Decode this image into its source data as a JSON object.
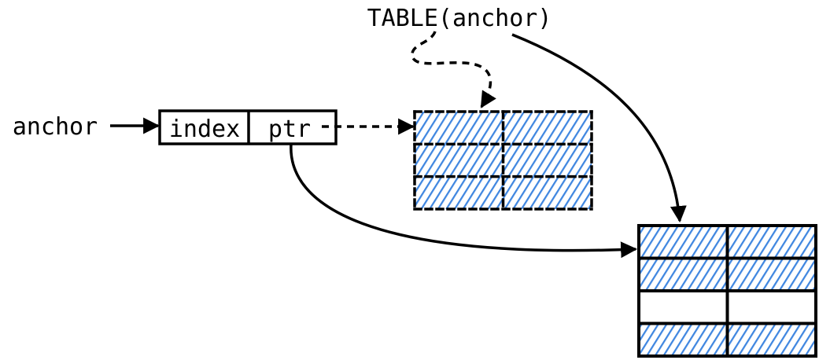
{
  "labels": {
    "anchor": "anchor",
    "table_macro": "TABLE(anchor)",
    "index_cell": "index",
    "ptr_cell": "ptr"
  },
  "colors": {
    "ink": "#000000",
    "hatch": "#3f86e0",
    "background": "#ffffff"
  },
  "small_table": {
    "rows": [
      {
        "cells": [
          "filled",
          "filled"
        ]
      },
      {
        "cells": [
          "filled",
          "filled"
        ]
      },
      {
        "cells": [
          "filled",
          "filled"
        ]
      }
    ]
  },
  "big_table": {
    "rows": [
      {
        "cells": [
          "filled",
          "filled"
        ]
      },
      {
        "cells": [
          "filled",
          "filled"
        ]
      },
      {
        "cells": [
          "empty",
          "empty"
        ]
      },
      {
        "cells": [
          "filled",
          "filled"
        ]
      }
    ]
  }
}
